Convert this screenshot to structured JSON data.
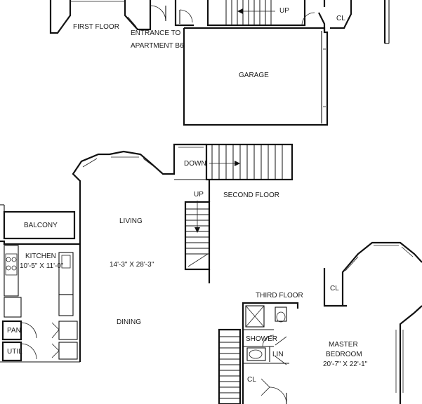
{
  "first_floor": {
    "title": "FIRST FLOOR",
    "entrance_line1": "ENTRANCE TO",
    "entrance_line2": "APARTMENT B6",
    "stair_label": "UP",
    "closet_label": "CL",
    "garage_label": "GARAGE"
  },
  "second_floor": {
    "title": "SECOND FLOOR",
    "stair_down_label": "DOWN",
    "stair_up_label": "UP",
    "balcony_label": "BALCONY",
    "kitchen_label": "KITCHEN",
    "kitchen_dims": "10'-5\" X 11'-0\"",
    "living_label": "LIVING",
    "living_dims": "14'-3\" X 28'-3\"",
    "dining_label": "DINING",
    "pantry_label": "PAN",
    "utility_label": "UTIL"
  },
  "third_floor": {
    "title": "THIRD FLOOR",
    "closet_top_label": "CL",
    "shower_label": "SHOWER",
    "linen_label": "LIN",
    "closet_bottom_label": "CL",
    "master_label_line1": "MASTER",
    "master_label_line2": "BEDROOM",
    "master_dims": "20'-7\" X 22'-1\""
  }
}
